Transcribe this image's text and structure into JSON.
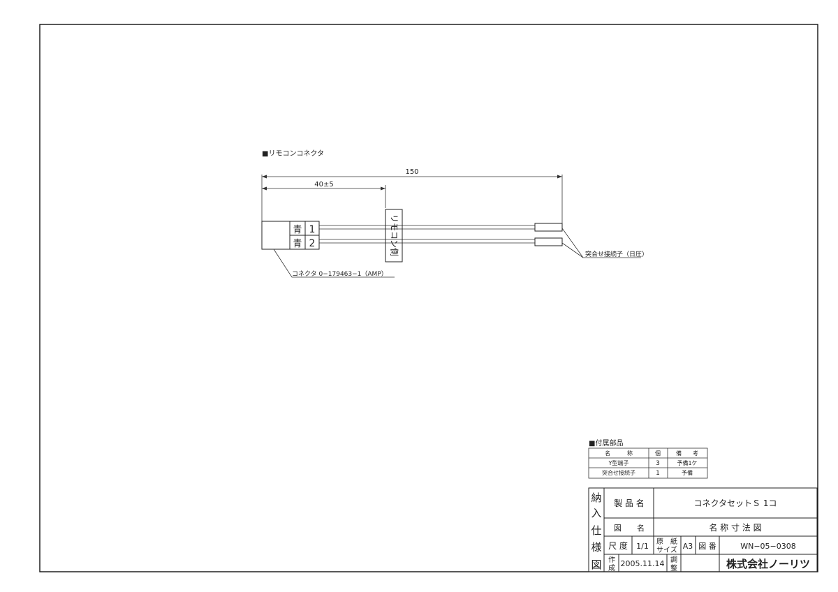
{
  "drawing": {
    "section_title": "■リモコンコネクタ",
    "dim_total": "150",
    "dim_partial": "40±5",
    "wire_labels": [
      {
        "color": "青",
        "num": "1"
      },
      {
        "color": "青",
        "num": "2"
      }
    ],
    "side_tag": "リモコン側",
    "connector_callout": "コネクタ 0−179463−1（AMP）",
    "terminal_callout": "突合せ接続子（日圧）"
  },
  "parts": {
    "title": "■付属部品",
    "headers": [
      "名　　　称",
      "個",
      "備　　考"
    ],
    "rows": [
      [
        "Y型端子",
        "3",
        "予備1ケ"
      ],
      [
        "突合せ接続子",
        "1",
        "予備"
      ]
    ]
  },
  "title_block": {
    "side_chars": [
      "納",
      "入",
      "仕",
      "様",
      "図"
    ],
    "product_label": "製 品 名",
    "product_value": "コネクタセットＳ 1コ",
    "drawing_name_label": "図　　名",
    "drawing_name_value": "名 称 寸 法 図",
    "scale_label": "尺 度",
    "scale_value": "1/1",
    "paper_label_1": "原　紙",
    "paper_label_2": "サイズ",
    "paper_value": "A3",
    "number_label": "図 番",
    "number_value": "WN−05−0308",
    "made_label_1": "作",
    "made_label_2": "成",
    "made_value": "2005.11.14",
    "check_label_1": "調",
    "check_label_2": "整",
    "company": "株式会社ノーリツ"
  }
}
